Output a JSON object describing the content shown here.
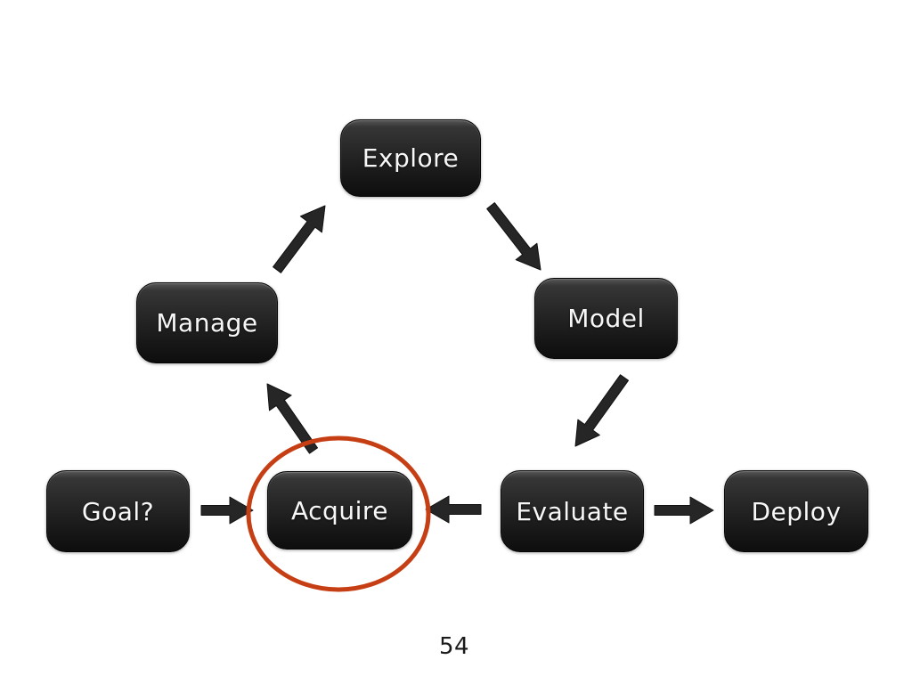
{
  "slide": {
    "page_number": "54",
    "background_color": "#ffffff"
  },
  "diagram": {
    "title": "data workflow cycle",
    "nodes": [
      {
        "id": "explore",
        "label": "Explore"
      },
      {
        "id": "manage",
        "label": "Manage"
      },
      {
        "id": "model",
        "label": "Model"
      },
      {
        "id": "goal",
        "label": "Goal?"
      },
      {
        "id": "acquire",
        "label": "Acquire"
      },
      {
        "id": "evaluate",
        "label": "Evaluate"
      },
      {
        "id": "deploy",
        "label": "Deploy"
      }
    ],
    "edges": [
      {
        "from": "goal",
        "to": "acquire"
      },
      {
        "from": "acquire",
        "to": "manage"
      },
      {
        "from": "manage",
        "to": "explore"
      },
      {
        "from": "explore",
        "to": "model"
      },
      {
        "from": "model",
        "to": "evaluate"
      },
      {
        "from": "evaluate",
        "to": "acquire"
      },
      {
        "from": "evaluate",
        "to": "deploy"
      }
    ],
    "annotation": {
      "shape": "ellipse",
      "highlights_node": "acquire"
    },
    "colors": {
      "node_fill_dark": "#1e1e1e",
      "node_text": "#f7f7f7",
      "arrow": "#262626",
      "highlight_circle": "#c63f14"
    }
  }
}
